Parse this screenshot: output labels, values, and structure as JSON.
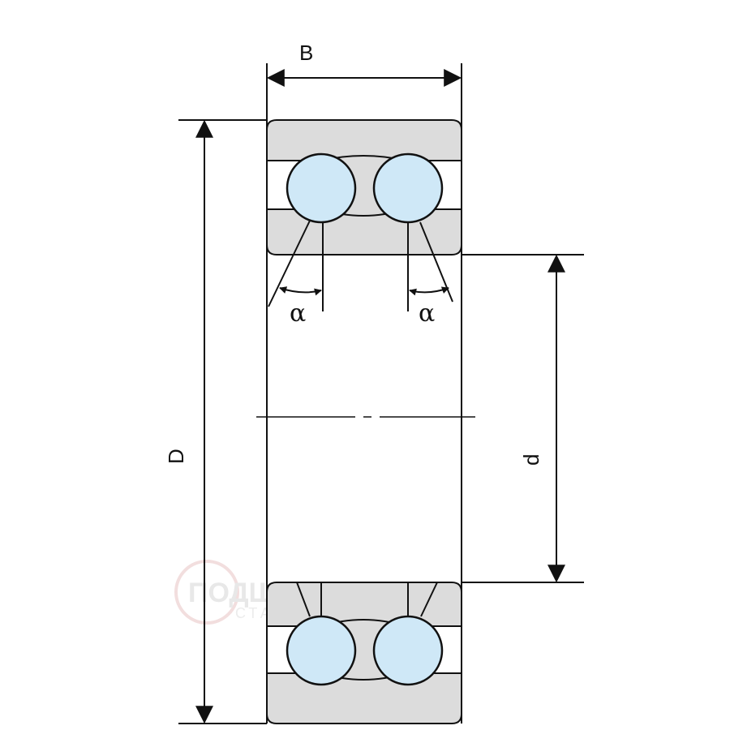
{
  "diagram": {
    "labels": {
      "width": "B",
      "outer_diameter": "D",
      "inner_diameter": "d",
      "contact_angle_left": "α",
      "contact_angle_right": "α"
    },
    "watermark": {
      "line1": "ПОДШИПНИК",
      "line2": "СТАНДАРТ"
    },
    "colors": {
      "ring_fill": "#dcdcdc",
      "ball_fill": "#cfe8f7",
      "line": "#111111"
    }
  }
}
